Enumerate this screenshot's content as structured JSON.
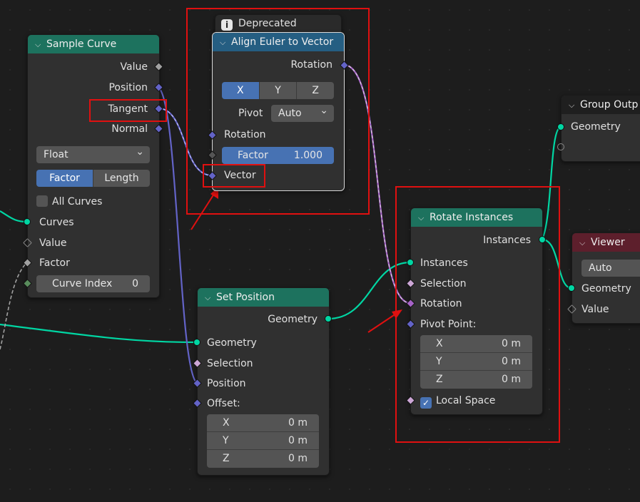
{
  "sample_curve": {
    "title": "Sample Curve",
    "outputs": [
      "Value",
      "Position",
      "Tangent",
      "Normal"
    ],
    "data_type": "Float",
    "mode_options": [
      "Factor",
      "Length"
    ],
    "all_curves_label": "All Curves",
    "inputs": [
      "Curves",
      "Value",
      "Factor"
    ],
    "curve_index_label": "Curve Index",
    "curve_index_value": "0"
  },
  "align_euler": {
    "deprecated_label": "Deprecated",
    "title": "Align Euler to Vector",
    "output_rotation": "Rotation",
    "axes": [
      "X",
      "Y",
      "Z"
    ],
    "pivot_label": "Pivot",
    "pivot_value": "Auto",
    "input_rotation": "Rotation",
    "factor_label": "Factor",
    "factor_value": "1.000",
    "vector_label": "Vector"
  },
  "set_position": {
    "title": "Set Position",
    "output_geometry": "Geometry",
    "inputs": [
      "Geometry",
      "Selection",
      "Position",
      "Offset:"
    ],
    "offset": [
      {
        "axis": "X",
        "value": "0 m"
      },
      {
        "axis": "Y",
        "value": "0 m"
      },
      {
        "axis": "Z",
        "value": "0 m"
      }
    ]
  },
  "rotate_instances": {
    "title": "Rotate Instances",
    "output_instances": "Instances",
    "inputs": [
      "Instances",
      "Selection",
      "Rotation",
      "Pivot Point:"
    ],
    "pivot": [
      {
        "axis": "X",
        "value": "0 m"
      },
      {
        "axis": "Y",
        "value": "0 m"
      },
      {
        "axis": "Z",
        "value": "0 m"
      }
    ],
    "local_space_label": "Local Space"
  },
  "group_output": {
    "title": "Group Outp",
    "input_geometry": "Geometry"
  },
  "viewer": {
    "title": "Viewer",
    "domain_value": "Auto",
    "inputs": [
      "Geometry",
      "Value"
    ]
  },
  "colors": {
    "geometry_socket": "#00d6a3",
    "vector_socket": "#6363c7",
    "float_socket": "#a1a1a1",
    "annotation": "#e01010",
    "selected_button": "#4772b3"
  }
}
